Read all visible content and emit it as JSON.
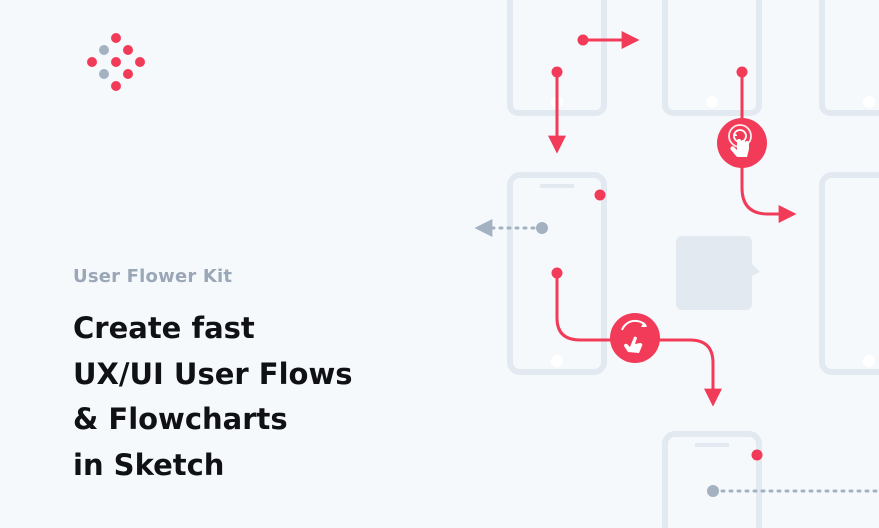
{
  "hero": {
    "subtitle": "User Flower Kit",
    "headline_lines": [
      "Create fast",
      "UX/UI User Flows",
      "& Flowcharts",
      "in Sketch"
    ]
  },
  "colors": {
    "accent": "#f23b58",
    "muted_dot": "#a3b1c1",
    "phone": "#e3e9f1",
    "background": "#f6f9fc",
    "text": "#0f1115",
    "subtitle": "#9aa7b6"
  },
  "icons": [
    "kit-logo-icon",
    "tap-gesture-icon",
    "rotate-gesture-icon"
  ]
}
